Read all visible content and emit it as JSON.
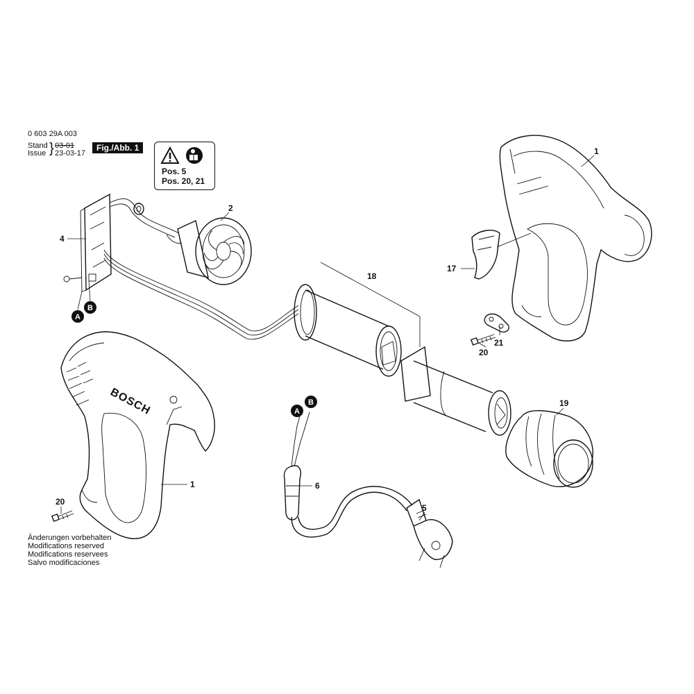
{
  "header": {
    "part_number": "0 603 29A 003",
    "stand_label": "Stand",
    "issue_label": "Issue",
    "stand_value": "03-01",
    "issue_value": "23-03-17",
    "figure_label": "Fig./Abb. 1"
  },
  "warning": {
    "line1": "Pos. 5",
    "line2": "Pos. 20, 21",
    "icons": [
      "warning-triangle-icon",
      "read-manual-icon"
    ]
  },
  "brand_text": "BOSCH",
  "connectors": {
    "a": "A",
    "b": "B"
  },
  "callouts": {
    "c1_top": "1",
    "c1_left": "1",
    "c2": "2",
    "c4": "4",
    "c5": "5",
    "c6": "6",
    "c17": "17",
    "c18": "18",
    "c19": "19",
    "c20_right": "20",
    "c20_left": "20",
    "c21": "21"
  },
  "footer": {
    "lines": [
      "Änderungen vorbehalten",
      "Modifications reserved",
      "Modifications reservees",
      "Salvo modificaciones"
    ]
  }
}
